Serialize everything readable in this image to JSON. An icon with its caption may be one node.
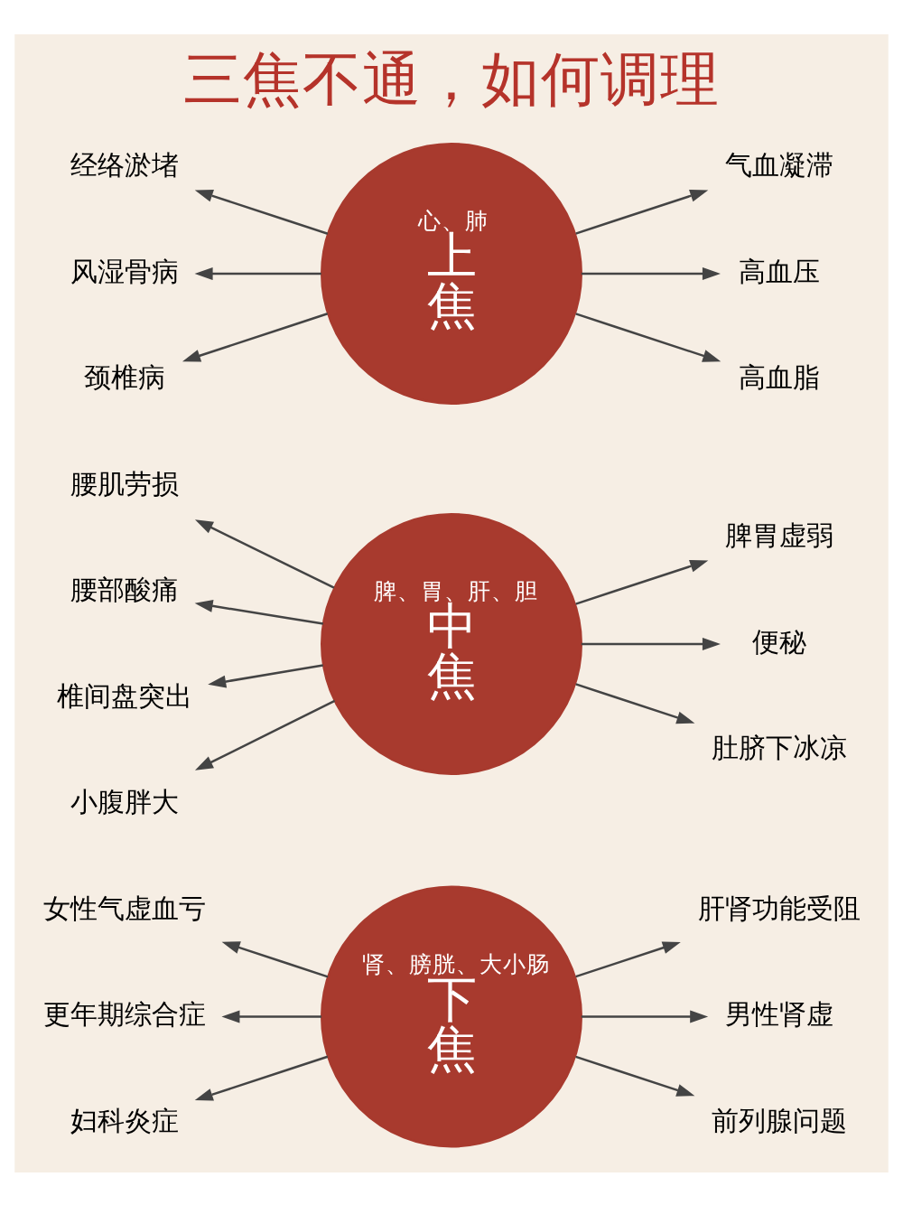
{
  "diagram": {
    "title": "三焦不通，如何调理",
    "nodes": [
      {
        "text": [
          "心、肺",
          "上焦"
        ]
      },
      {
        "text": [
          "经络淤堵"
        ]
      },
      {
        "text": [
          "风湿骨病"
        ]
      },
      {
        "text": [
          "颈椎病"
        ]
      },
      {
        "text": [
          "气血凝滞"
        ]
      },
      {
        "text": [
          "高血压"
        ]
      },
      {
        "text": [
          "高血脂"
        ]
      },
      {
        "text": [
          "脾、胃、肝、胆",
          "中焦"
        ]
      },
      {
        "text": [
          "腰肌劳损"
        ]
      },
      {
        "text": [
          "腰部酸痛"
        ]
      },
      {
        "text": [
          "椎间盘突出"
        ]
      },
      {
        "text": [
          "小腹胖大"
        ]
      },
      {
        "text": [
          "脾胃虚弱"
        ]
      },
      {
        "text": [
          "便秘"
        ]
      },
      {
        "text": [
          "肚脐下冰凉"
        ]
      },
      {
        "text": [
          "肾、膀胱、大小肠",
          "下焦"
        ]
      },
      {
        "text": [
          "女性气虚血亏"
        ]
      },
      {
        "text": [
          "更年期综合症"
        ]
      },
      {
        "text": [
          "妇科炎症"
        ]
      },
      {
        "text": [
          "肝肾功能受阻"
        ]
      },
      {
        "text": [
          "男性肾虚"
        ]
      },
      {
        "text": [
          "前列腺问题"
        ]
      }
    ],
    "edges": [
      {
        "from": 0,
        "to": 1,
        "arrow": "to"
      },
      {
        "from": 0,
        "to": 2,
        "arrow": "to"
      },
      {
        "from": 0,
        "to": 3,
        "arrow": "to"
      },
      {
        "from": 0,
        "to": 4,
        "arrow": "to"
      },
      {
        "from": 0,
        "to": 5,
        "arrow": "to"
      },
      {
        "from": 0,
        "to": 6,
        "arrow": "to"
      },
      {
        "from": 7,
        "to": 8,
        "arrow": "to"
      },
      {
        "from": 7,
        "to": 9,
        "arrow": "to"
      },
      {
        "from": 7,
        "to": 10,
        "arrow": "to"
      },
      {
        "from": 7,
        "to": 11,
        "arrow": "to"
      },
      {
        "from": 7,
        "to": 12,
        "arrow": "to"
      },
      {
        "from": 7,
        "to": 13,
        "arrow": "to"
      },
      {
        "from": 7,
        "to": 14,
        "arrow": "to"
      },
      {
        "from": 15,
        "to": 16,
        "arrow": "to"
      },
      {
        "from": 15,
        "to": 17,
        "arrow": "to"
      },
      {
        "from": 15,
        "to": 18,
        "arrow": "to"
      },
      {
        "from": 15,
        "to": 19,
        "arrow": "to"
      },
      {
        "from": 15,
        "to": 20,
        "arrow": "to"
      },
      {
        "from": 15,
        "to": 21,
        "arrow": "to"
      }
    ]
  }
}
